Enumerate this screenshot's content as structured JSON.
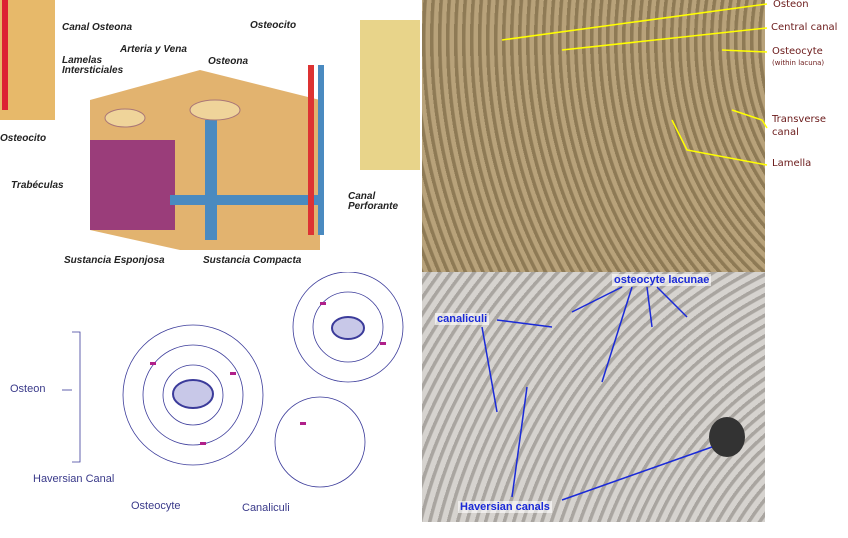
{
  "panel_spanish": {
    "labels": [
      "Canal Osteona",
      "Arteria y Vena",
      "Lamelas Intersticiales",
      "Osteona",
      "Osteocito",
      "Osteocito",
      "Trabéculas",
      "Canal Perforante",
      "Sustancia Esponjosa",
      "Sustancia Compacta"
    ]
  },
  "panel_micrograph": {
    "labels": [
      "Osteon",
      "Central canal",
      "Osteocyte",
      "(within lacuna)",
      "Transverse",
      "canal",
      "Lamella"
    ]
  },
  "panel_drawing": {
    "labels": [
      "Osteon",
      "Haversian Canal",
      "Osteocyte",
      "Canaliculi"
    ]
  },
  "panel_photo": {
    "labels": [
      "osteocyte lacunae",
      "canaliculi",
      "Haversian canals"
    ]
  }
}
